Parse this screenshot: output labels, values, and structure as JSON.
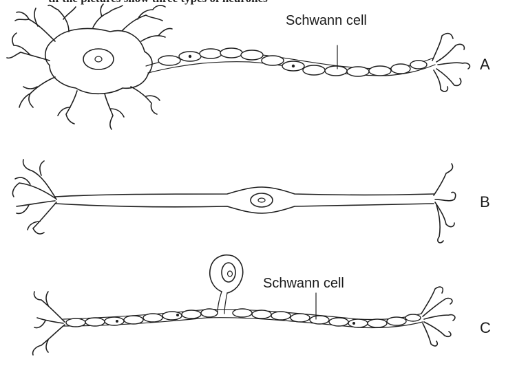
{
  "header_fragment": "tif the pictures show three types of neurones",
  "labels": {
    "schwann_a": "Schwann cell",
    "schwann_c": "Schwann cell",
    "neuron_a": "A",
    "neuron_b": "B",
    "neuron_c": "C"
  }
}
